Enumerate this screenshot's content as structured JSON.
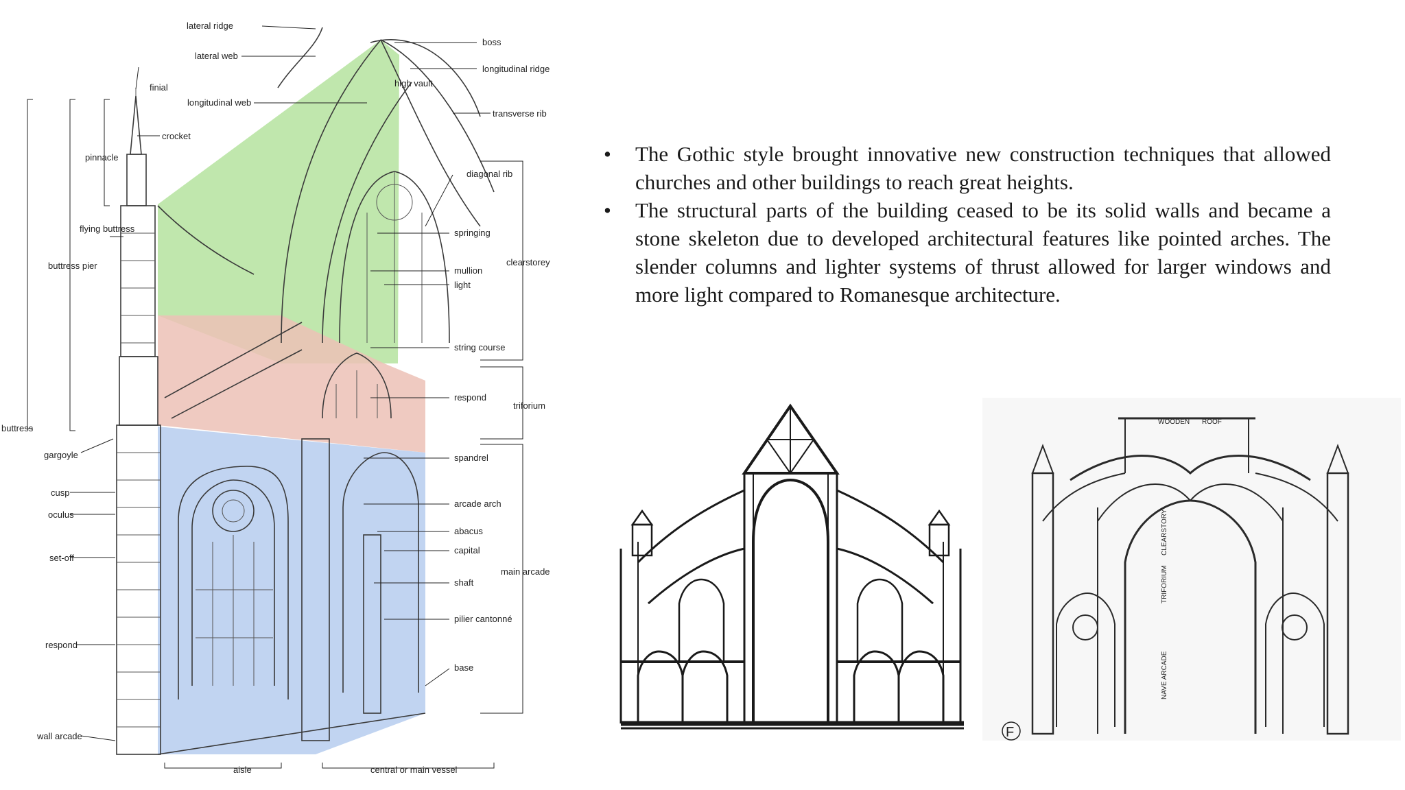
{
  "bullets": [
    "The Gothic style brought innovative new construction techniques that allowed churches and other buildings to reach great heights.",
    "The structural parts of the building ceased to be its solid walls and became a stone skeleton due to developed architectural features like pointed arches. The slender columns and lighter systems of thrust allowed for larger windows and more light compared to Romanesque architecture."
  ],
  "diagram_left": {
    "right_labels": [
      "boss",
      "longitudinal ridge",
      "transverse rib",
      "diagonal rib",
      "springing",
      "mullion",
      "light",
      "string course",
      "respond",
      "spandrel",
      "arcade arch",
      "abacus",
      "capital",
      "shaft",
      "pilier cantonné",
      "base"
    ],
    "top_labels": [
      "lateral ridge",
      "lateral web",
      "longitudinal web",
      "high vault"
    ],
    "left_labels": [
      "finial",
      "crocket",
      "pinnacle",
      "flying buttress",
      "buttress pier",
      "buttress",
      "gargoyle",
      "cusp",
      "oculus",
      "set-off",
      "respond",
      "wall arcade"
    ],
    "zone_labels": [
      "clearstorey",
      "triforium",
      "main arcade"
    ],
    "bottom_labels": [
      "aisle",
      "central or main vessel"
    ],
    "zone_colors": {
      "clearstorey": "#b5e39f",
      "triforium": "#ecc1b6",
      "main_arcade": "#b6cdee"
    }
  },
  "diagram_right": {
    "labels": [
      "WOODEN",
      "ROOF",
      "CLEARSTORY",
      "TRIFORIUM",
      "NAVE ARCADE"
    ],
    "corner_letter": "F"
  }
}
